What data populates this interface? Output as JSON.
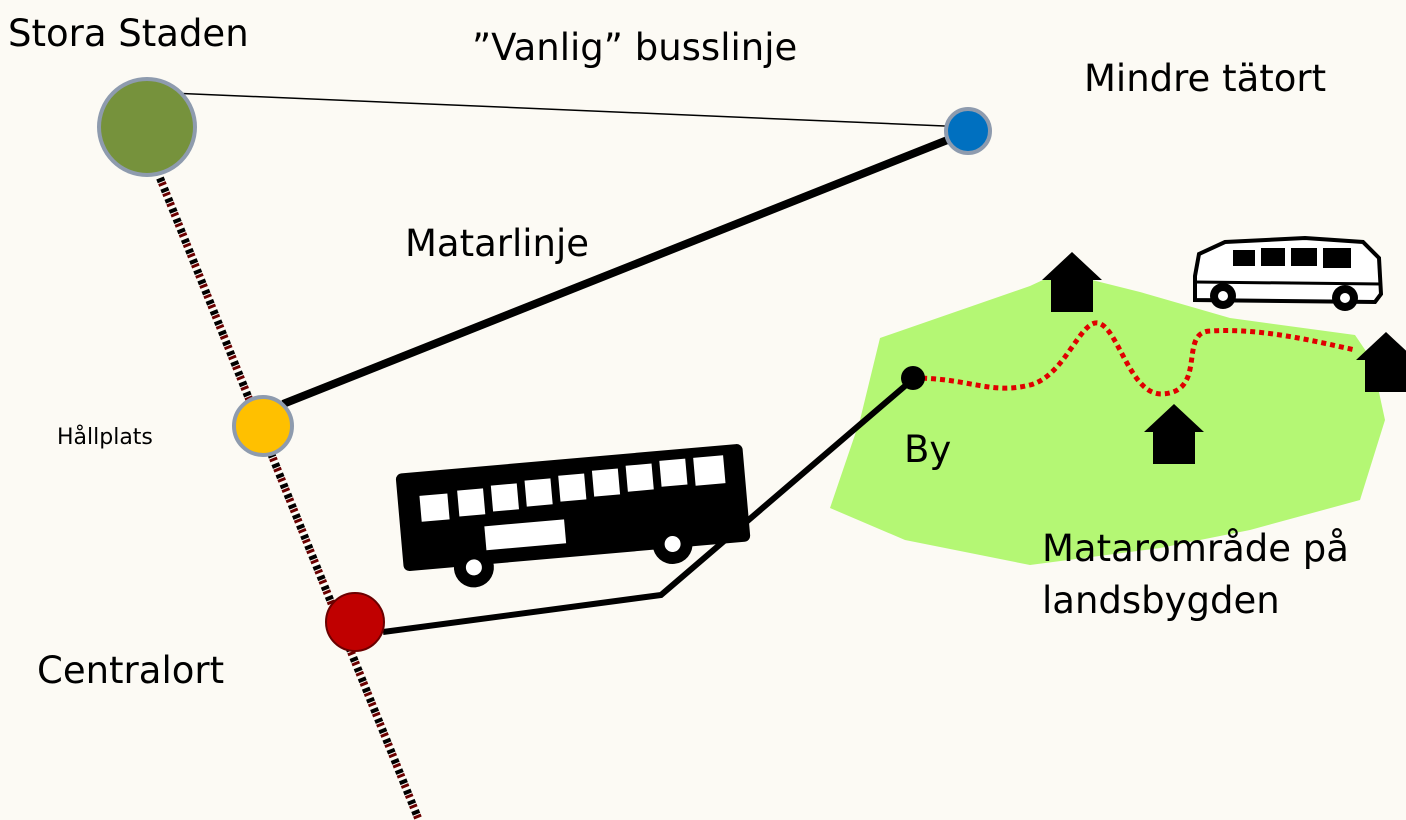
{
  "labels": {
    "stora_staden": "Stora Staden",
    "vanlig_busslinje": "”Vanlig” busslinje",
    "mindre_tatort": "Mindre tätort",
    "matarlinje": "Matarlinje",
    "hallplats": "Hållplats",
    "by": "By",
    "matarområde_line1": "Matarområde på",
    "matarområde_line2": "landsbygden",
    "centralort": "Centralort"
  },
  "colors": {
    "background": "#fcfaf4",
    "stora_staden_node": "#76923c",
    "mindre_tatort_node": "#0070c0",
    "hallplats_node": "#ffc000",
    "centralort_node": "#c00000",
    "node_ring": "#8e9bae",
    "feeder_area": "#b4f774",
    "rural_path": "#e00000",
    "line": "#000000"
  },
  "icons": [
    "bus-icon",
    "minibus-icon",
    "house-icon"
  ]
}
